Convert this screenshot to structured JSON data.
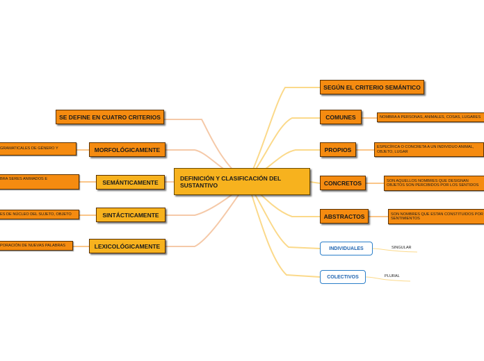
{
  "central": "DEFINICIÓN Y CLASIFICACIÓN DEL SUSTANTIVO",
  "left": {
    "define": "SE DEFINE EN CUATRO CRITERIOS",
    "morfologicamente": "MORFOLÓGICAMENTE",
    "morfologicamente_leaf": "GRAMATICALES DE GÉNERO Y",
    "semanticamente": "SEMÁNTICAMENTE",
    "semanticamente_leaf": "BRA SERES ANIMADOS E",
    "sintacticamente": "SINTÁCTICAMENTE",
    "sintacticamente_leaf": "ES DE NÚCLEO DEL SUJETO, OBJETO",
    "lexicologicamente": "LEXICOLÓGICAMENTE",
    "lexicologicamente_leaf": "PORACIÓN DE NUEVAS PALABRAS"
  },
  "right": {
    "criterio": "SEGÚN EL CRITERIO SEMÁNTICO",
    "comunes": "COMUNES",
    "comunes_leaf": "NOMBRA A PERSONAS, ANIMALES, COSAS, LUGARES",
    "propios": "PROPIOS",
    "propios_leaf": "ESPECÍFICA O CONCRETA A UN INDIVIDUO ANIMAL, OBJETO, LUGAR",
    "concretos": "CONCRETOS",
    "concretos_leaf": "SON AQUELLOS NOMBRES QUE DESIGNAN OBJETOS SON PERCIBIDOS POR LOS SENTIDOS",
    "abstractos": "ABSTRACTOS",
    "abstractos_leaf": "SON NOMBRES QUE ESTAN CONSTITUIDOS POR SENTIMIENTOS",
    "individuales": "INDIVIDUALES",
    "individuales_leaf": "SINGULAR",
    "colectivos": "COLECTIVOS",
    "colectivos_leaf": "PLURAL"
  },
  "colors": {
    "root": "#f7b21e",
    "branch": "#f58b10",
    "blue_border": "#2a7ec9",
    "link_left": "#f5c9a8",
    "link_right": "#fbd98a"
  }
}
